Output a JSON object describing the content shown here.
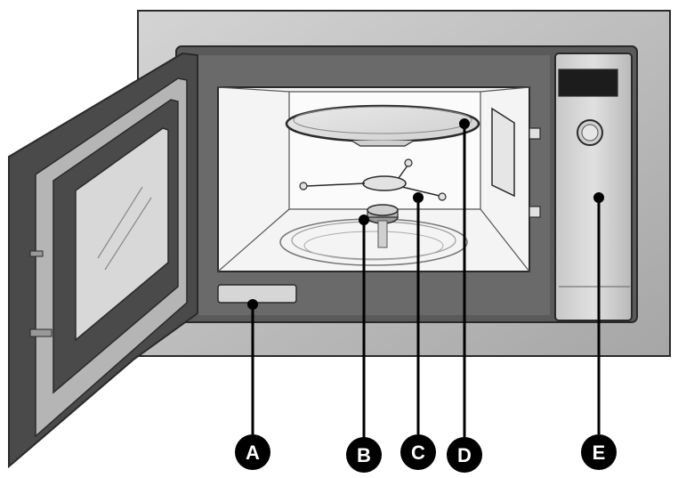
{
  "callouts": [
    {
      "id": "A",
      "letter": "A"
    },
    {
      "id": "B",
      "letter": "B"
    },
    {
      "id": "C",
      "letter": "C"
    },
    {
      "id": "D",
      "letter": "D"
    },
    {
      "id": "E",
      "letter": "E"
    }
  ],
  "colors": {
    "outline": "#2a2a2a",
    "steel": "#b5b5b5",
    "steel_dark": "#8c8c8c",
    "frame": "#444444",
    "cavity": "#f2f2f2",
    "callout": "#000000",
    "callout_text": "#ffffff"
  },
  "icons": [
    "microwave-body",
    "door",
    "turntable-ring",
    "roller-support",
    "glass-tray",
    "control-panel",
    "display",
    "control-knob"
  ]
}
